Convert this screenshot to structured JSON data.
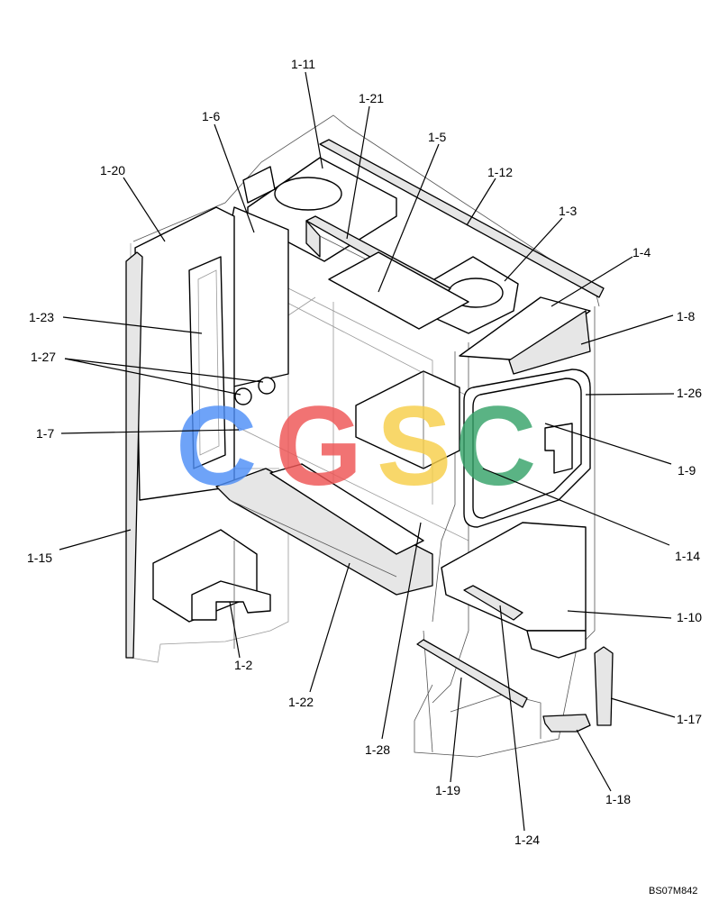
{
  "drawing_code": "BS07M842",
  "watermark": {
    "letters": [
      "C",
      "G",
      "S",
      "C"
    ],
    "colors": [
      "#4f8ff7",
      "#ee5555",
      "#f7cf4a",
      "#36a36a"
    ]
  },
  "labels": [
    {
      "id": "1-11",
      "text": "1-11"
    },
    {
      "id": "1-21",
      "text": "1-21"
    },
    {
      "id": "1-6",
      "text": "1-6"
    },
    {
      "id": "1-5",
      "text": "1-5"
    },
    {
      "id": "1-20",
      "text": "1-20"
    },
    {
      "id": "1-12",
      "text": "1-12"
    },
    {
      "id": "1-3",
      "text": "1-3"
    },
    {
      "id": "1-4",
      "text": "1-4"
    },
    {
      "id": "1-23",
      "text": "1-23"
    },
    {
      "id": "1-8",
      "text": "1-8"
    },
    {
      "id": "1-27",
      "text": "1-27"
    },
    {
      "id": "1-26",
      "text": "1-26"
    },
    {
      "id": "1-7",
      "text": "1-7"
    },
    {
      "id": "1-9",
      "text": "1-9"
    },
    {
      "id": "1-15",
      "text": "1-15"
    },
    {
      "id": "1-14",
      "text": "1-14"
    },
    {
      "id": "1-10",
      "text": "1-10"
    },
    {
      "id": "1-2",
      "text": "1-2"
    },
    {
      "id": "1-22",
      "text": "1-22"
    },
    {
      "id": "1-17",
      "text": "1-17"
    },
    {
      "id": "1-28",
      "text": "1-28"
    },
    {
      "id": "1-19",
      "text": "1-19"
    },
    {
      "id": "1-18",
      "text": "1-18"
    },
    {
      "id": "1-24",
      "text": "1-24"
    }
  ]
}
